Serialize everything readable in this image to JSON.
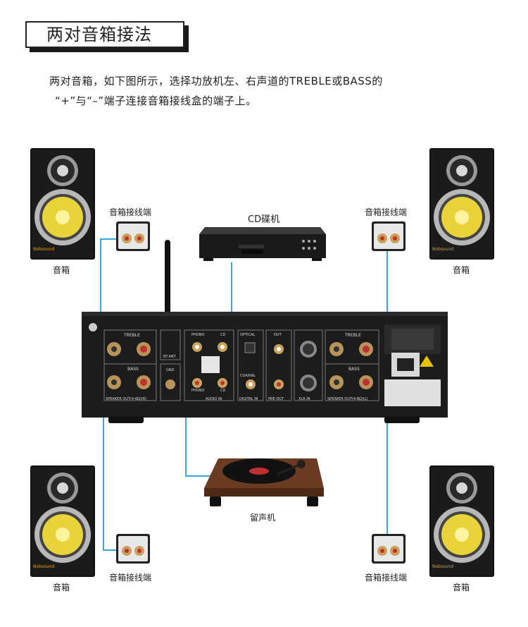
{
  "title": "两对音箱接法",
  "intro": {
    "line1": "两对音箱，如下图所示，选择功放机左、右声道的TREBLE或BASS的",
    "line2": "“+”与“–”端子连接音箱接线盒的端子上。"
  },
  "labels": {
    "speaker": "音箱",
    "terminal": "音箱接线端",
    "cd": "CD碟机",
    "turntable": "留声机"
  },
  "speaker_brand": "Nobsound",
  "panel": {
    "treble": "TREBLE",
    "bass": "BASS",
    "phono": "PHONO",
    "cd": "CD",
    "optical": "OPTICAL",
    "coaxial": "COAXIAL",
    "out": "OUT",
    "bt_ant": "BT.ANT",
    "gnd": "GND",
    "audio_in": "AUDIO IN",
    "digital_in": "DIGITAL IN",
    "pre_out": "PRE OUT",
    "xlr_in": "XLR IN",
    "speaker_out_left": "SPEAKER OUT(4-8Ω)(R)",
    "speaker_out_right": "SPEAKER OUT(4-8Ω)(L)"
  },
  "colors": {
    "wire": "#39a6e0",
    "amp_body": "#1c1c1c",
    "cone": "#e9d23a",
    "wood": "#6b3b22"
  }
}
